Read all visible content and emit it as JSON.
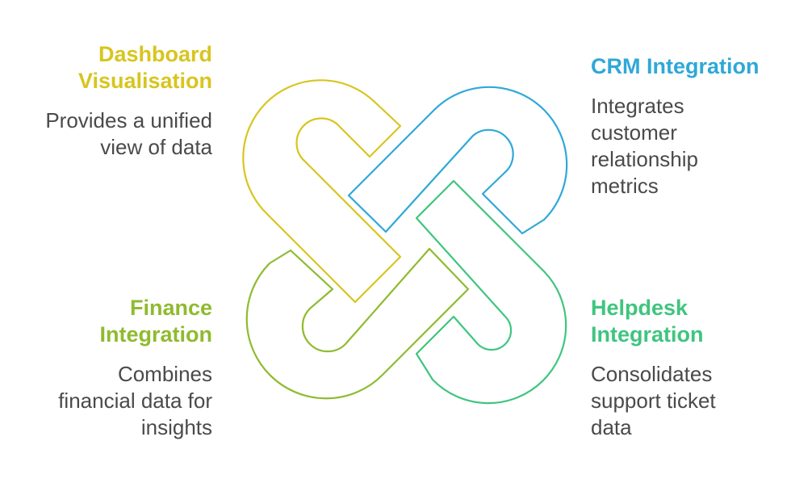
{
  "items": [
    {
      "key": "dashboard",
      "title": "Dashboard Visualisation",
      "title_lines": [
        "Dashboard",
        "Visualisation"
      ],
      "description_lines": [
        "Provides a unified",
        "view of data"
      ],
      "color": "#d8c51f"
    },
    {
      "key": "crm",
      "title": "CRM Integration",
      "title_lines": [
        "CRM Integration"
      ],
      "description_lines": [
        "Integrates",
        "customer",
        "relationship",
        "metrics"
      ],
      "color": "#2fa8d8"
    },
    {
      "key": "finance",
      "title": "Finance Integration",
      "title_lines": [
        "Finance",
        "Integration"
      ],
      "description_lines": [
        "Combines",
        "financial data for",
        "insights"
      ],
      "color": "#8fbb2f"
    },
    {
      "key": "helpdesk",
      "title": "Helpdesk Integration",
      "title_lines": [
        "Helpdesk",
        "Integration"
      ],
      "description_lines": [
        "Consolidates",
        "support ticket",
        "data"
      ],
      "color": "#3fc57f"
    }
  ]
}
